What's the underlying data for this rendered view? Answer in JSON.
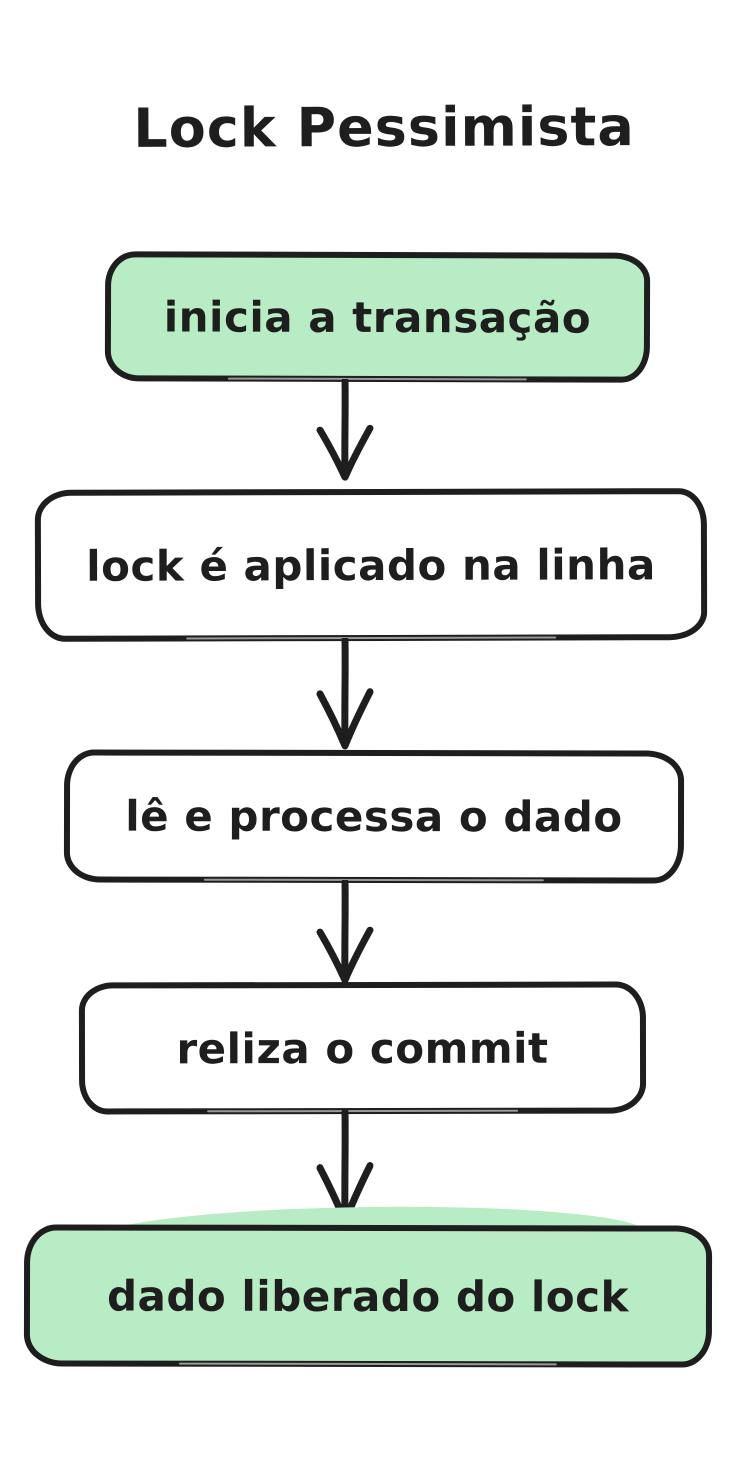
{
  "diagram": {
    "title": "Lock Pessimista",
    "type": "flowchart",
    "style": "hand-drawn",
    "colors": {
      "stroke": "#1e1e1e",
      "background": "#ffffff",
      "green_fill": "#b8ecc4",
      "white_fill": "#ffffff"
    },
    "nodes": [
      {
        "id": "start",
        "label": "inicia a transação",
        "fill": "#b8ecc4"
      },
      {
        "id": "lock-applied",
        "label": "lock é aplicado na linha",
        "fill": "#ffffff"
      },
      {
        "id": "read-process",
        "label": "lê e processa o dado",
        "fill": "#ffffff"
      },
      {
        "id": "commit",
        "label": "reliza o commit",
        "fill": "#ffffff"
      },
      {
        "id": "release",
        "label": "dado liberado do lock",
        "fill": "#b8ecc4"
      }
    ],
    "connections": [
      {
        "from": "start",
        "to": "lock-applied"
      },
      {
        "from": "lock-applied",
        "to": "read-process"
      },
      {
        "from": "read-process",
        "to": "commit"
      },
      {
        "from": "commit",
        "to": "release"
      }
    ]
  }
}
